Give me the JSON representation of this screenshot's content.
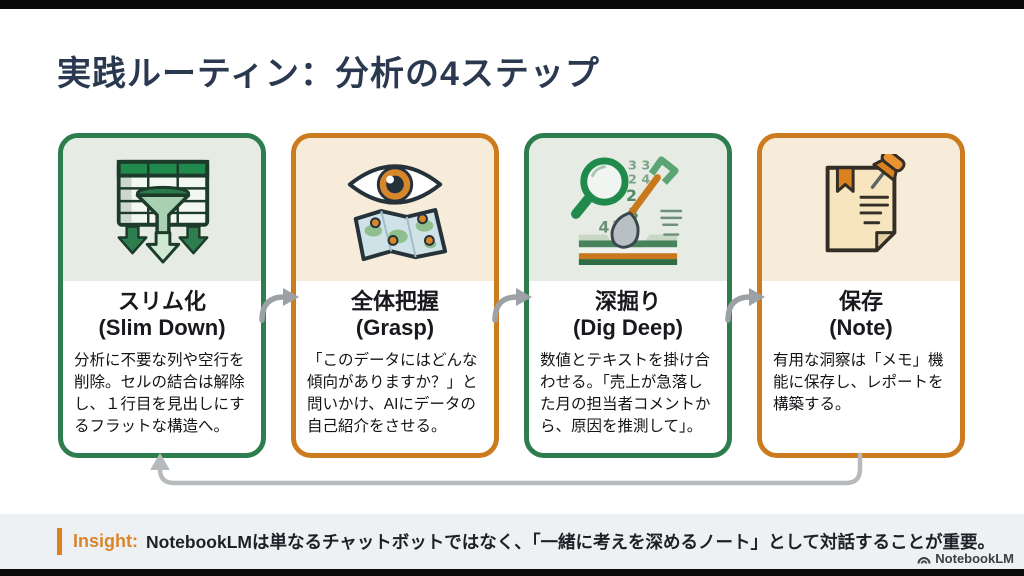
{
  "slide": {
    "title": "実践ルーティン：分析の4ステップ"
  },
  "cards": [
    {
      "title_ja": "スリム化",
      "title_en": "(Slim Down)",
      "body": "分析に不要な列や空行を削除。セルの結合は解除し、１行目を見出しにするフラットな構造へ。",
      "icon": "table-funnel-icon",
      "accent": "#2e7d4e",
      "panel": "#e6ece4"
    },
    {
      "title_ja": "全体把握",
      "title_en": "(Grasp)",
      "body": "「このデータにはどんな傾向がありますか？」と問いかけ、AIにデータの自己紹介をさせる。",
      "icon": "eye-map-icon",
      "accent": "#cc7b1e",
      "panel": "#f7ecda"
    },
    {
      "title_ja": "深掘り",
      "title_en": "(Dig Deep)",
      "body": "数値とテキストを掛け合わせる。「売上が急落した月の担当者コメントから、原因を推測して」。",
      "icon": "magnifier-shovel-icon",
      "accent": "#2e7d4e",
      "panel": "#e6ece4"
    },
    {
      "title_ja": "保存",
      "title_en": "(Note)",
      "body": "有用な洞察は「メモ」機能に保存し、レポートを構築する。",
      "icon": "note-pushpin-icon",
      "accent": "#cc7b1e",
      "panel": "#f7ecda"
    }
  ],
  "insight": {
    "label": "Insight:",
    "text": "NotebookLMは単なるチャットボットではなく、「一緒に考えを深めるノート」として対話することが重要。"
  },
  "footer": {
    "brand": "NotebookLM"
  },
  "colors": {
    "green_accent": "#2e7d4e",
    "orange_accent": "#cc7b1e",
    "green_panel": "#e6ece4",
    "cream_panel": "#f7ecda",
    "insight_bg": "#eef1f4",
    "insight_label": "#d8862b",
    "title_text": "#2b3950",
    "flow_arrow_gray": "#9ba1a5",
    "loop_arrow_gray": "#b6babd"
  }
}
